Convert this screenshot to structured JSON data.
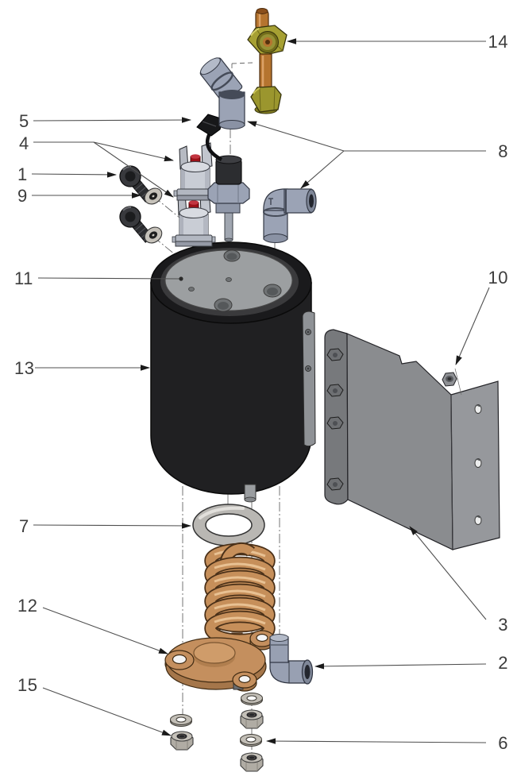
{
  "figure": {
    "type": "exploded-assembly-diagram",
    "subject": "boiler and heating element assembly",
    "background": "#ffffff"
  },
  "callouts": [
    {
      "label": "1",
      "part": "socket-head-screw"
    },
    {
      "label": "2",
      "part": "elbow-fitting-lower"
    },
    {
      "label": "3",
      "part": "mounting-bracket"
    },
    {
      "label": "4",
      "part": "thermostat-pair"
    },
    {
      "label": "5",
      "part": "spade-connector-lead"
    },
    {
      "label": "6",
      "part": "flat-washer"
    },
    {
      "label": "7",
      "part": "o-ring-gasket"
    },
    {
      "label": "8",
      "part": "elbow-fitting-pair"
    },
    {
      "label": "9",
      "part": "flat-washer-small"
    },
    {
      "label": "10",
      "part": "hex-nut-bracket"
    },
    {
      "label": "11",
      "part": "boiler-top-plate"
    },
    {
      "label": "12",
      "part": "heating-element-coil"
    },
    {
      "label": "13",
      "part": "boiler-body-insulation"
    },
    {
      "label": "14",
      "part": "brass-compression-fitting"
    },
    {
      "label": "15",
      "part": "hex-nut-stud"
    }
  ],
  "colors": {
    "brass": "#a6a033",
    "copper_tube": "#b5742f",
    "coil_copper": "#c68f5a",
    "fitting_gray": "#9ba3b5",
    "insulation_black": "#202022",
    "plate_gray": "#9c9fa1",
    "bracket_gray": "#8a8c8f",
    "fastener_metal": "#b3afa7",
    "reset_button_red": "#9c1118"
  }
}
